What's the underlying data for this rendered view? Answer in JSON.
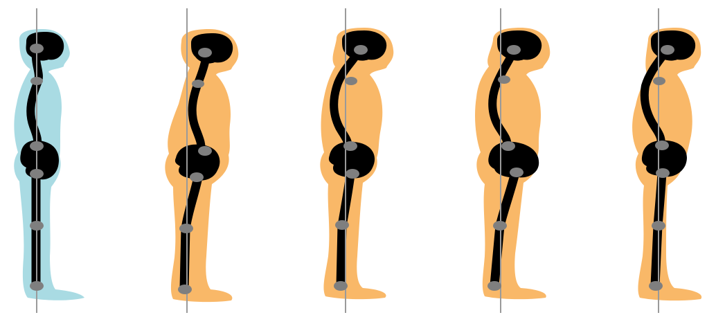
{
  "colors": {
    "ideal_body": "#a9dbe3",
    "faulty_body": "#f9b868",
    "spine": "#000000",
    "joint": "#7f7f7f",
    "plumb_line": "#9a9a9a",
    "background": "#ffffff"
  },
  "figures": [
    {
      "id": "figure-1",
      "variant": "ideal",
      "body_color_key": "ideal_body"
    },
    {
      "id": "figure-2",
      "variant": "faulty",
      "body_color_key": "faulty_body"
    },
    {
      "id": "figure-3",
      "variant": "faulty",
      "body_color_key": "faulty_body"
    },
    {
      "id": "figure-4",
      "variant": "faulty",
      "body_color_key": "faulty_body"
    },
    {
      "id": "figure-5",
      "variant": "faulty",
      "body_color_key": "faulty_body"
    }
  ],
  "joint_names": [
    "head",
    "neck",
    "hip",
    "knee-upper",
    "knee",
    "ankle"
  ]
}
